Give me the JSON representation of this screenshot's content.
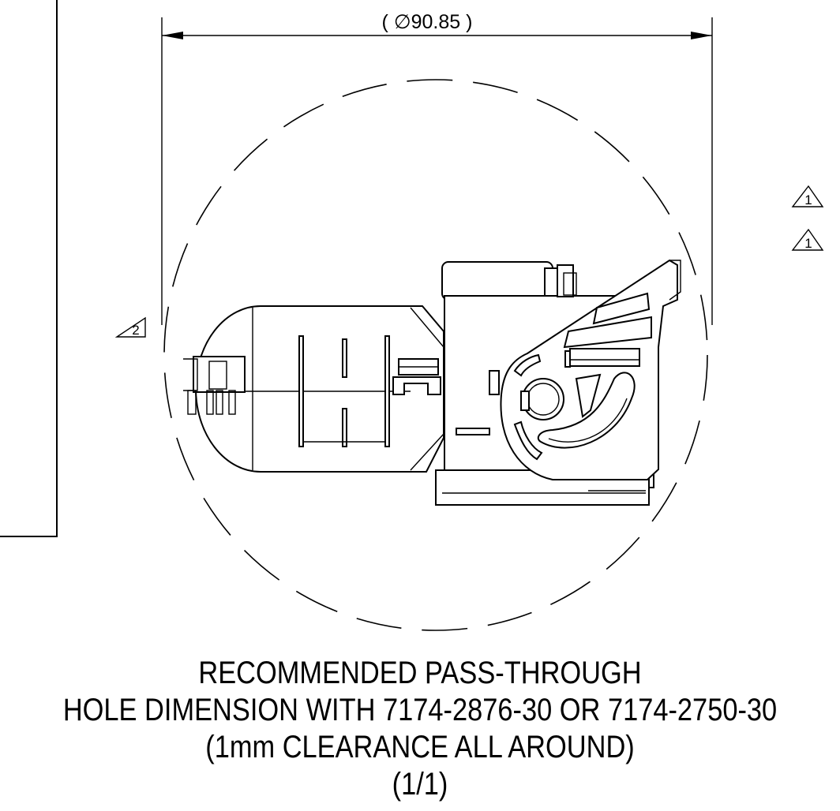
{
  "dimension": {
    "label": "( ∅90.85 )"
  },
  "flags": {
    "flag_2": "2",
    "flag_1_top": "1",
    "flag_1_bottom": "1"
  },
  "caption": {
    "line1": "RECOMMENDED PASS-THROUGH",
    "line2": "HOLE DIMENSION WITH 7174-2876-30 OR 7174-2750-30",
    "line3": "(1mm CLEARANCE ALL AROUND)",
    "line4": "(1/1)"
  }
}
